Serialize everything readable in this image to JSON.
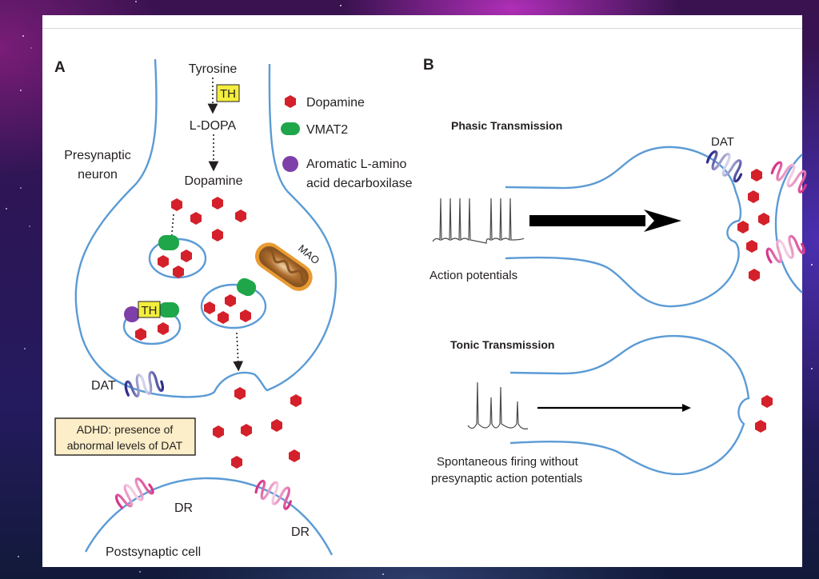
{
  "colors": {
    "membrane": "#5b9bd5",
    "dopamine": "#d4202a",
    "vmat2": "#1fa64a",
    "aadc": "#7e3fa8",
    "th_box": "#f3ee3d",
    "adhd_box": "#fbeec8",
    "dat": "#3a3a9a",
    "receptor": "#d6338a",
    "mao": "#e89a32"
  },
  "panelA": {
    "label": "A",
    "pathway": {
      "tyrosine": "Tyrosine",
      "enzyme": "TH",
      "ldopa": "L-DOPA",
      "dopamine": "Dopamine"
    },
    "presynaptic_label_line1": "Presynaptic",
    "presynaptic_label_line2": "neuron",
    "legend": [
      {
        "icon": "dopamine-hexagon-icon",
        "label": "Dopamine"
      },
      {
        "icon": "vmat2-pill-icon",
        "label": "VMAT2"
      },
      {
        "icon": "aadc-circle-icon",
        "label_line1": "Aromatic L-amino",
        "label_line2": "acid decarboxilase"
      }
    ],
    "vesicle_th_label": "TH",
    "mao_label": "MAO",
    "dat_label": "DAT",
    "adhd_note_line1": "ADHD: presence of",
    "adhd_note_line2": "abnormal levels of DAT",
    "receptor_label_left": "DR",
    "receptor_label_right": "DR",
    "postsynaptic_label": "Postsynaptic cell"
  },
  "panelB": {
    "label": "B",
    "phasic": {
      "title": "Phasic Transmission",
      "caption": "Action potentials",
      "dat_label": "DAT",
      "spike_count": 7
    },
    "tonic": {
      "title": "Tonic Transmission",
      "caption_line1": "Spontaneous firing without",
      "caption_line2": "presynaptic action potentials",
      "spike_count": 4
    }
  }
}
